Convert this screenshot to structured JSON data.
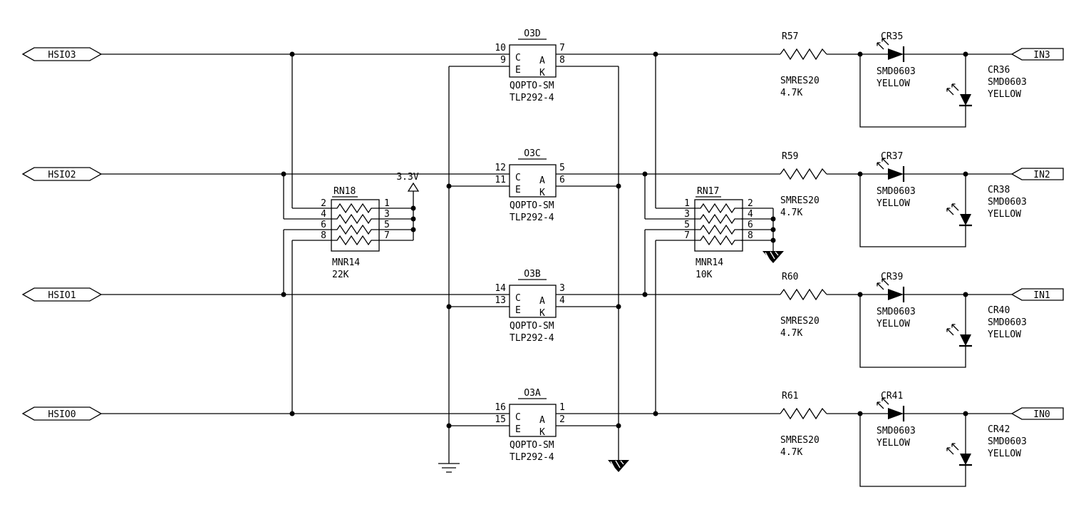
{
  "ports": {
    "left": [
      {
        "label": "HSIO3"
      },
      {
        "label": "HSIO2"
      },
      {
        "label": "HSIO1"
      },
      {
        "label": "HSIO0"
      }
    ],
    "right": [
      {
        "label": "IN3"
      },
      {
        "label": "IN2"
      },
      {
        "label": "IN1"
      },
      {
        "label": "IN0"
      }
    ]
  },
  "power": {
    "rail": "3.3V"
  },
  "optocouplers": {
    "part": "QOPTO-SM",
    "device": "TLP292-4",
    "pin_letters": {
      "c": "C",
      "a": "A",
      "e": "E",
      "k": "K"
    },
    "units": [
      {
        "ref": "O3D",
        "pin_c": "10",
        "pin_e": "9",
        "pin_a": "7",
        "pin_k": "8"
      },
      {
        "ref": "O3C",
        "pin_c": "12",
        "pin_e": "11",
        "pin_a": "5",
        "pin_k": "6"
      },
      {
        "ref": "O3B",
        "pin_c": "14",
        "pin_e": "13",
        "pin_a": "3",
        "pin_k": "4"
      },
      {
        "ref": "O3A",
        "pin_c": "16",
        "pin_e": "15",
        "pin_a": "1",
        "pin_k": "2"
      }
    ]
  },
  "resistor_networks": [
    {
      "ref": "RN18",
      "part": "MNR14",
      "value": "22K",
      "left_pins": [
        "2",
        "4",
        "6",
        "8"
      ],
      "right_pins": [
        "1",
        "3",
        "5",
        "7"
      ]
    },
    {
      "ref": "RN17",
      "part": "MNR14",
      "value": "10K",
      "left_pins": [
        "1",
        "3",
        "5",
        "7"
      ],
      "right_pins": [
        "2",
        "4",
        "6",
        "8"
      ]
    }
  ],
  "resistors": [
    {
      "ref": "R57",
      "part": "SMRES20",
      "value": "4.7K"
    },
    {
      "ref": "R59",
      "part": "SMRES20",
      "value": "4.7K"
    },
    {
      "ref": "R60",
      "part": "SMRES20",
      "value": "4.7K"
    },
    {
      "ref": "R61",
      "part": "SMRES20",
      "value": "4.7K"
    }
  ],
  "leds": [
    {
      "ref": "CR35",
      "part": "SMD0603",
      "color": "YELLOW"
    },
    {
      "ref": "CR36",
      "part": "SMD0603",
      "color": "YELLOW"
    },
    {
      "ref": "CR37",
      "part": "SMD0603",
      "color": "YELLOW"
    },
    {
      "ref": "CR38",
      "part": "SMD0603",
      "color": "YELLOW"
    },
    {
      "ref": "CR39",
      "part": "SMD0603",
      "color": "YELLOW"
    },
    {
      "ref": "CR40",
      "part": "SMD0603",
      "color": "YELLOW"
    },
    {
      "ref": "CR41",
      "part": "SMD0603",
      "color": "YELLOW"
    },
    {
      "ref": "CR42",
      "part": "SMD0603",
      "color": "YELLOW"
    }
  ]
}
